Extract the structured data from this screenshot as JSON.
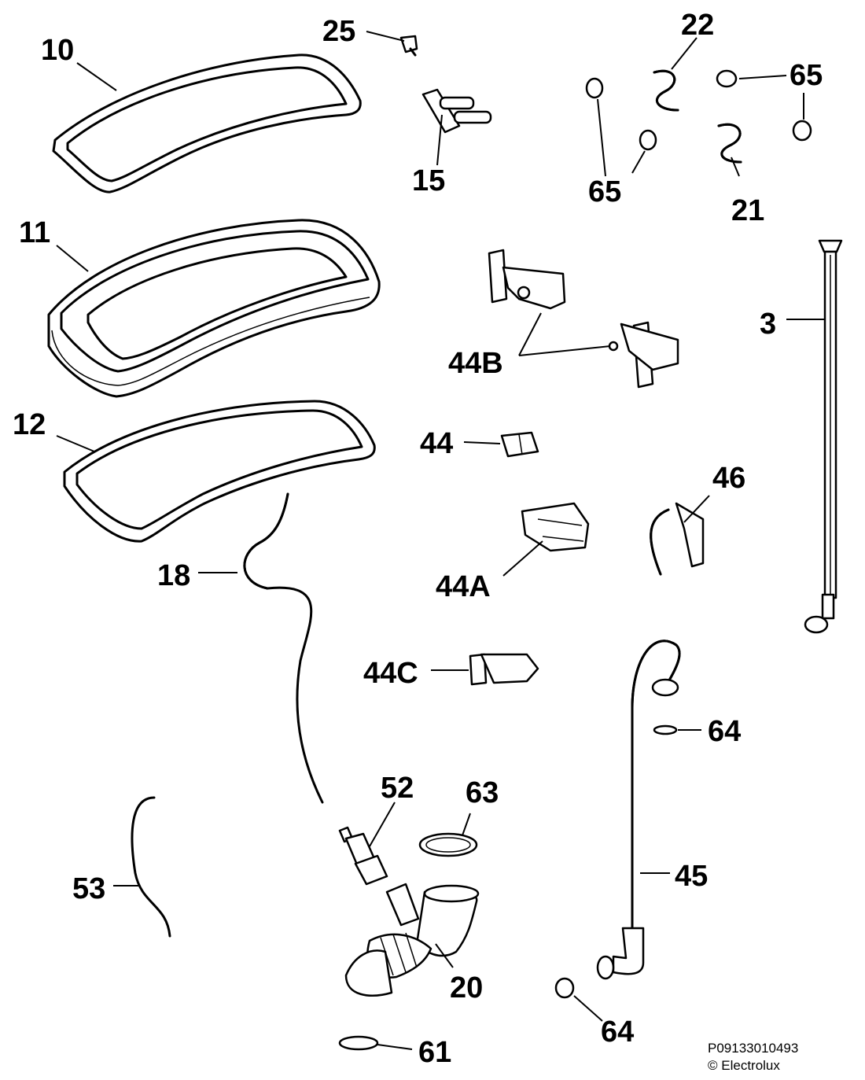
{
  "labels": {
    "p10": "10",
    "p11": "11",
    "p12": "12",
    "p25": "25",
    "p15": "15",
    "p22": "22",
    "p65a": "65",
    "p65b": "65",
    "p21": "21",
    "p3": "3",
    "p44b": "44B",
    "p44": "44",
    "p46": "46",
    "p44a": "44A",
    "p18": "18",
    "p44c": "44C",
    "p64a": "64",
    "p52": "52",
    "p63": "63",
    "p53": "53",
    "p45": "45",
    "p20": "20",
    "p64b": "64",
    "p61": "61"
  },
  "footer": {
    "code": "P09133010493",
    "copyright": "© Electrolux"
  }
}
